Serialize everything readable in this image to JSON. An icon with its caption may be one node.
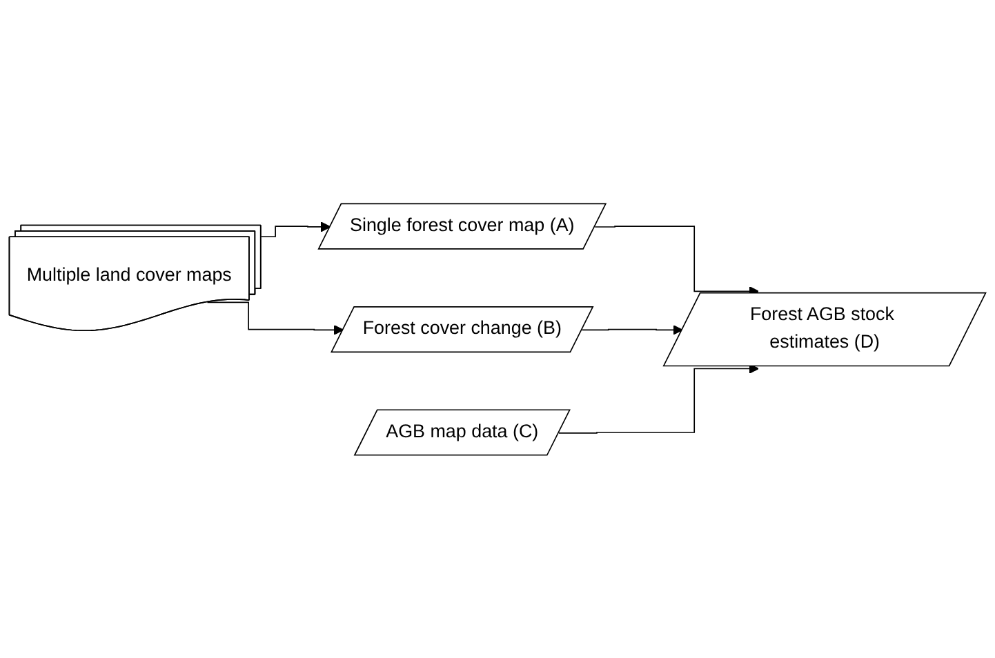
{
  "diagram": {
    "nodes": [
      {
        "text": [
          "Multiple land cover maps"
        ]
      },
      {
        "text": [
          "Single forest cover map (A)"
        ]
      },
      {
        "text": [
          "Forest cover change (B)"
        ]
      },
      {
        "text": [
          "AGB map data (C)"
        ]
      },
      {
        "text": [
          "Forest AGB stock estimates (D)"
        ]
      }
    ],
    "edges": [
      {
        "from": 0,
        "to": 1,
        "arrow": "to"
      },
      {
        "from": 0,
        "to": 2,
        "arrow": "to"
      },
      {
        "from": 1,
        "to": 4,
        "arrow": "to"
      },
      {
        "from": 2,
        "to": 4,
        "arrow": "to"
      },
      {
        "from": 3,
        "to": 4,
        "arrow": "to"
      }
    ]
  }
}
